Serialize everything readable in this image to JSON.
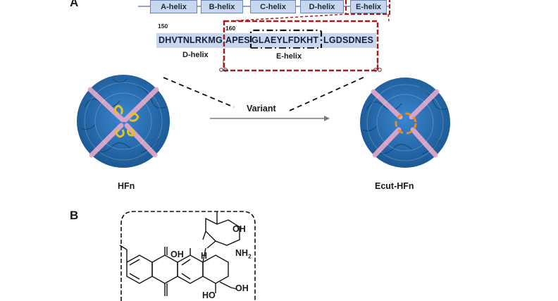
{
  "panel_a": {
    "letter": "A",
    "helices": [
      "A-helix",
      "B-helix",
      "C-helix",
      "D-helix",
      "E-helix"
    ],
    "residue_start_left": "150",
    "residue_start_right": "160",
    "seq_d_helix": "DHVTNLRKMG",
    "seq_mid": "APES",
    "seq_e_core": "GLAEYLFDKHT",
    "seq_tail": "LGDSDNES",
    "d_helix_label": "D-helix",
    "e_helix_label": "E-helix",
    "arrow_label": "Variant",
    "left_protein_label": "HFn",
    "right_protein_label": "Ecut-HFn"
  },
  "panel_b": {
    "letter": "B",
    "molecule_labels": {
      "oh_sugar": "OH",
      "nh2": "NH",
      "nh2_sub": "2",
      "oh_ring": "OH",
      "h": "H",
      "oh_side": "OH",
      "ho_side": "HO"
    }
  },
  "colors": {
    "helix_fill": "#c9d7ee",
    "highlight_red": "#a51d1d",
    "protein_blue": "#1f63a8",
    "protein_pink": "#e4a8cc",
    "loop_yellow": "#e6c02a",
    "loop_orange": "#ee8a1a"
  }
}
